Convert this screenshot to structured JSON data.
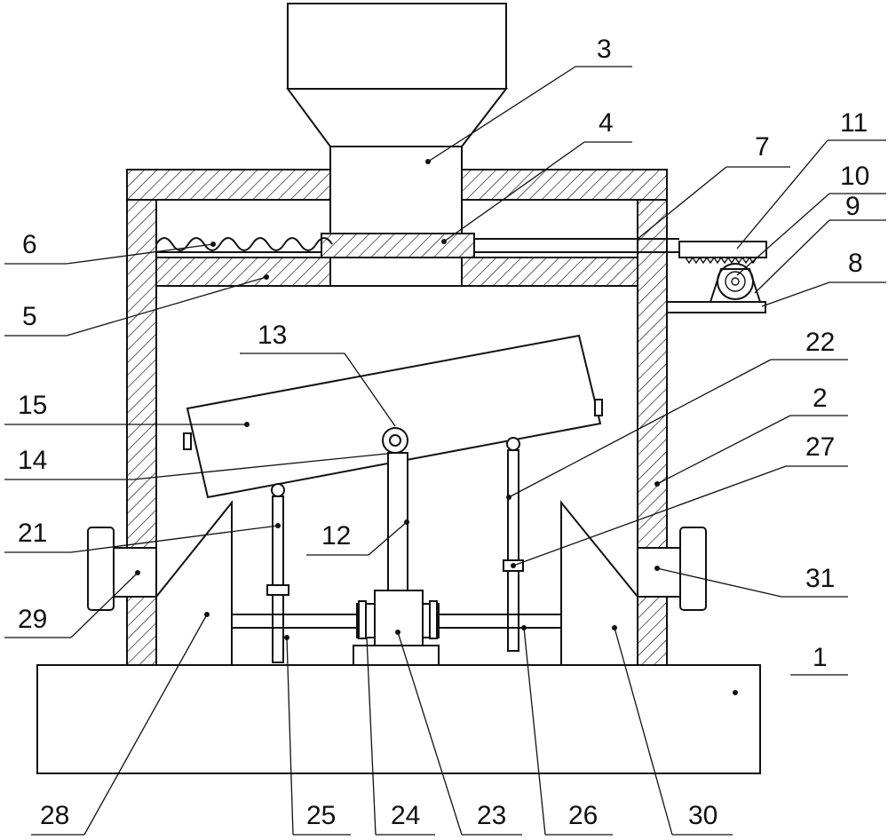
{
  "labels": {
    "l1": "1",
    "l2": "2",
    "l3": "3",
    "l4": "4",
    "l5": "5",
    "l6": "6",
    "l7": "7",
    "l8": "8",
    "l9": "9",
    "l10": "10",
    "l11": "11",
    "l12": "12",
    "l13": "13",
    "l14": "14",
    "l15": "15",
    "l21": "21",
    "l22": "22",
    "l23": "23",
    "l24": "24",
    "l25": "25",
    "l26": "26",
    "l27": "27",
    "l28": "28",
    "l29": "29",
    "l30": "30",
    "l31": "31"
  }
}
